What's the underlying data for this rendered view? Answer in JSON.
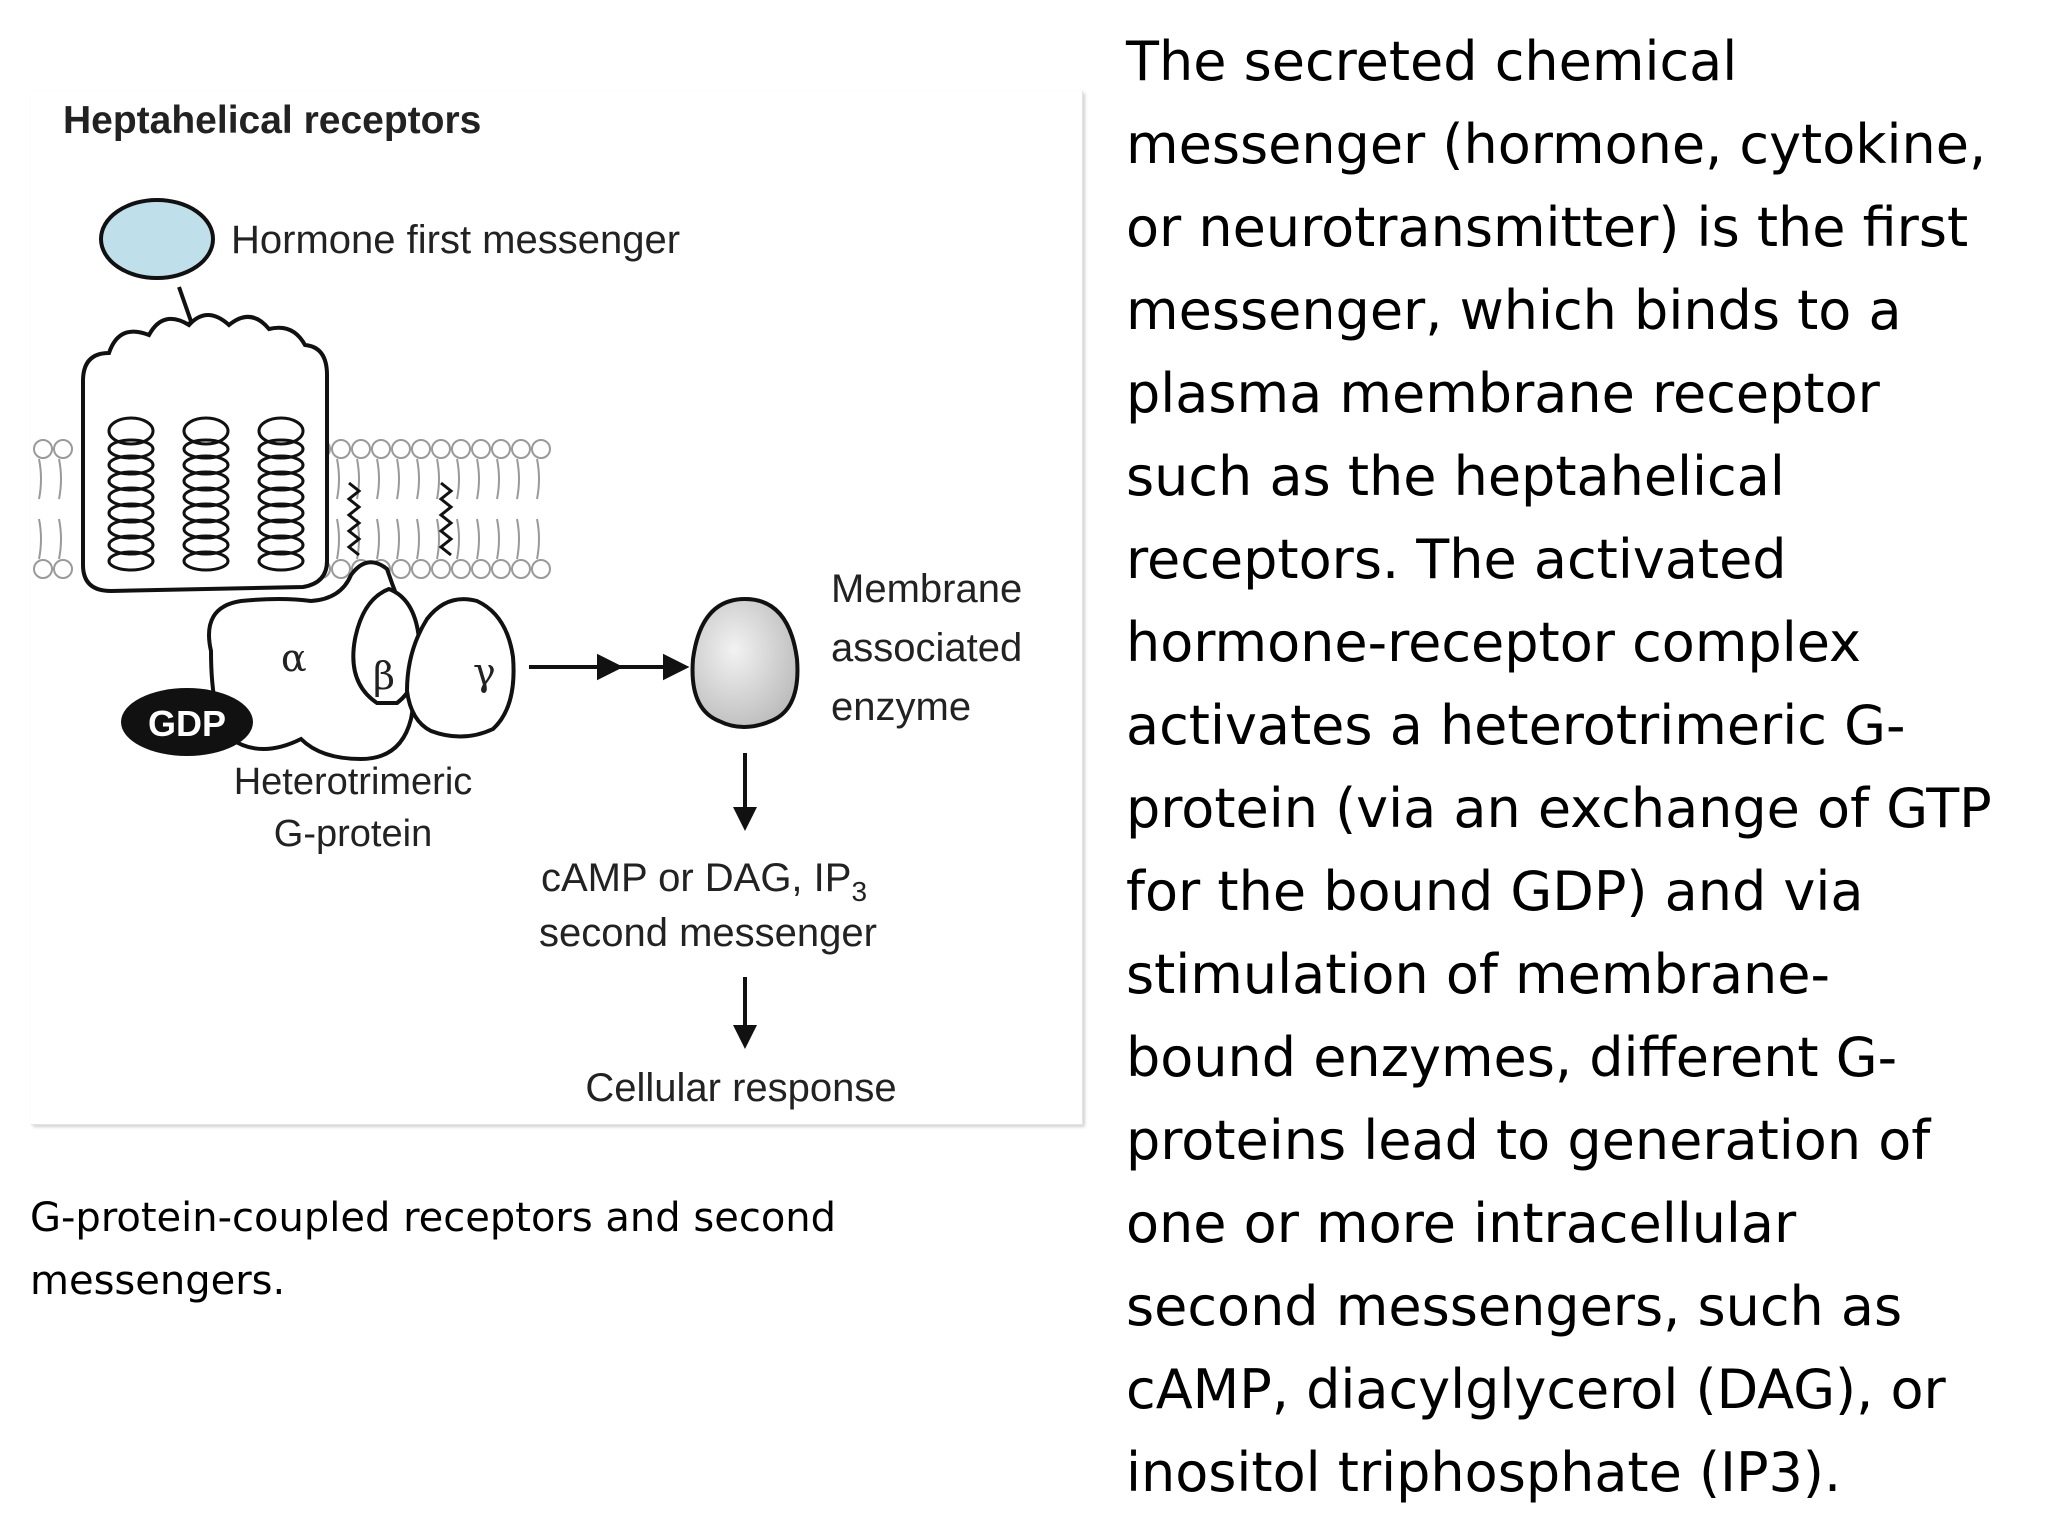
{
  "figure": {
    "title": "Heptahelical receptors",
    "hormone_label": "Hormone first messenger",
    "alpha": "α",
    "beta": "β",
    "gamma": "γ",
    "gdp_label": "GDP",
    "g_protein_label_line1": "Heterotrimeric",
    "g_protein_label_line2": "G-protein",
    "enzyme_label_line1": "Membrane",
    "enzyme_label_line2": "associated",
    "enzyme_label_line3": "enzyme",
    "second_messenger_line1": "cAMP or DAG, IP",
    "second_messenger_subscript": "3",
    "second_messenger_line2": "second messenger",
    "response_label": "Cellular response"
  },
  "caption": "G-protein-coupled receptors and second messengers.",
  "body_lines": [
    "The secreted chemical",
    "messenger (hormone, cytokine,",
    "or neurotransmitter) is the first",
    "messenger, which binds to a",
    "plasma membrane receptor",
    "such as the heptahelical",
    "receptors. The activated",
    "hormone-receptor complex",
    "activates a heterotrimeric G-",
    "protein (via an exchange of GTP",
    "for the bound GDP) and via",
    "stimulation of membrane-",
    "bound enzymes, different G-",
    "proteins lead to generation of",
    "one or more intracellular",
    "second messengers, such as",
    "cAMP, diacylglycerol (DAG), or",
    "inositol triphosphate (IP3)."
  ],
  "colors": {
    "hormone_fill": "#bfe0ea",
    "gdp_fill": "#111111",
    "enzyme_fill": "#d6d6d6",
    "membrane_stroke": "#9a9a9a"
  }
}
